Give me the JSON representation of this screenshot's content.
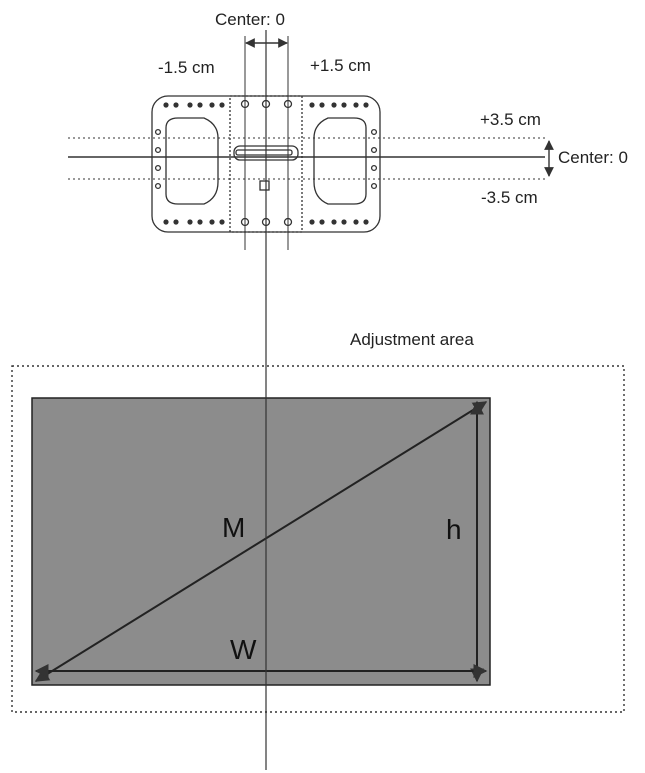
{
  "labels": {
    "center_top": "Center: 0",
    "minus_x": "-1.5 cm",
    "plus_x": "+1.5 cm",
    "plus_y": "+3.5 cm",
    "center_right": "Center: 0",
    "minus_y": "-3.5 cm",
    "adjustment_area": "Adjustment area",
    "diagonal": "M",
    "height": "h",
    "width": "W"
  },
  "colors": {
    "screen_fill": "#8c8c8c",
    "line": "#333333",
    "background": "#ffffff"
  }
}
